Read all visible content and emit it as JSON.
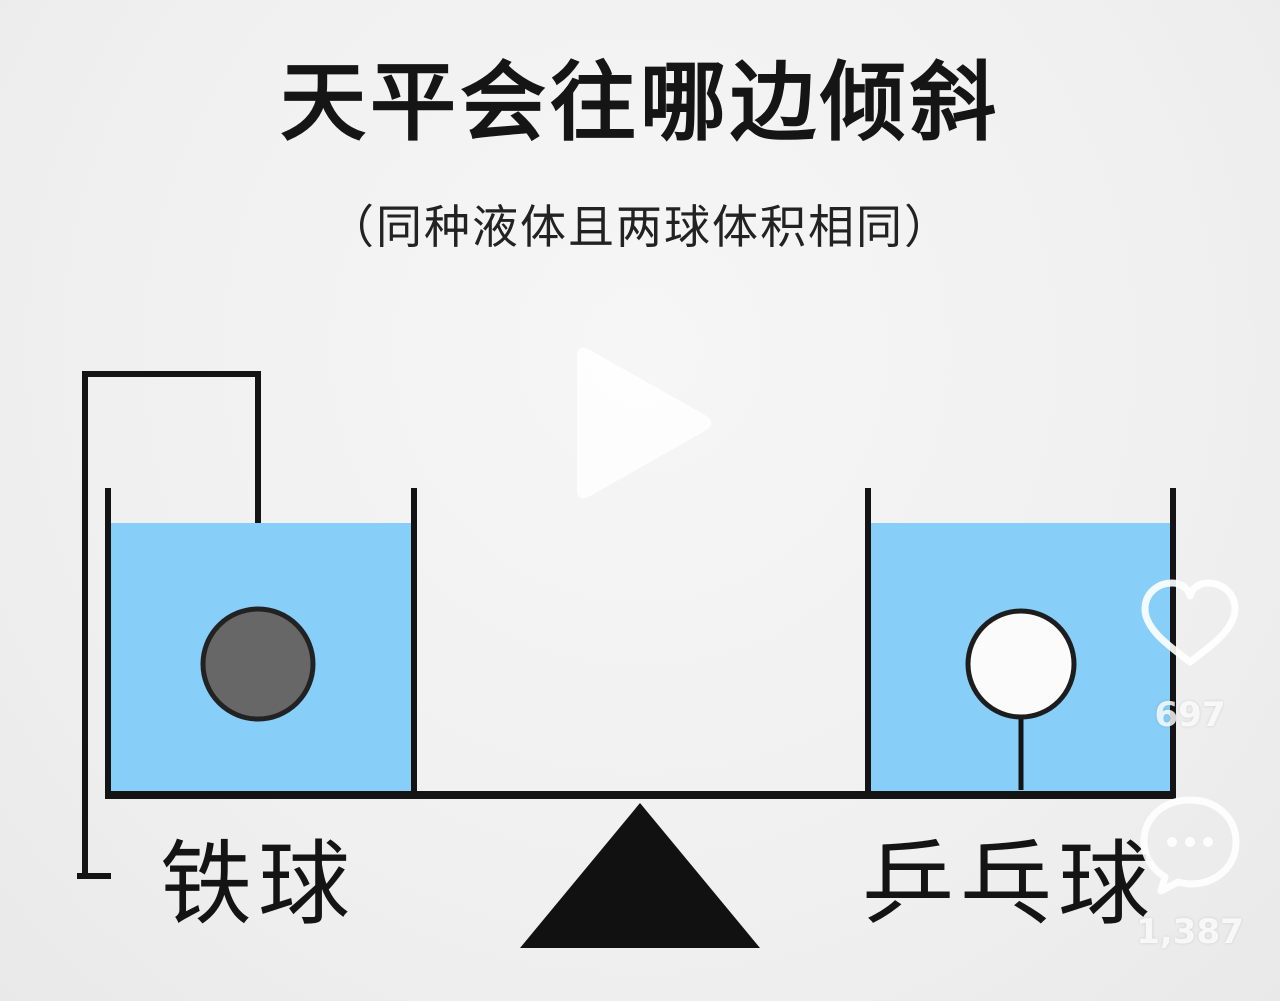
{
  "video": {
    "title": "天平会往哪边倾斜",
    "subtitle": "（同种液体且两球体积相同）",
    "left_label": "铁球",
    "right_label": "乒乓球",
    "water_color": "#87cff8",
    "iron_ball_color": "#676767",
    "ping_pong_ball_color": "#fbfbfb",
    "stand_color": "#141414"
  },
  "player": {
    "play_icon": "play-icon"
  },
  "actions": {
    "like": {
      "icon": "heart-icon",
      "count": "697"
    },
    "comment": {
      "icon": "comment-icon",
      "count": "1,387"
    }
  }
}
